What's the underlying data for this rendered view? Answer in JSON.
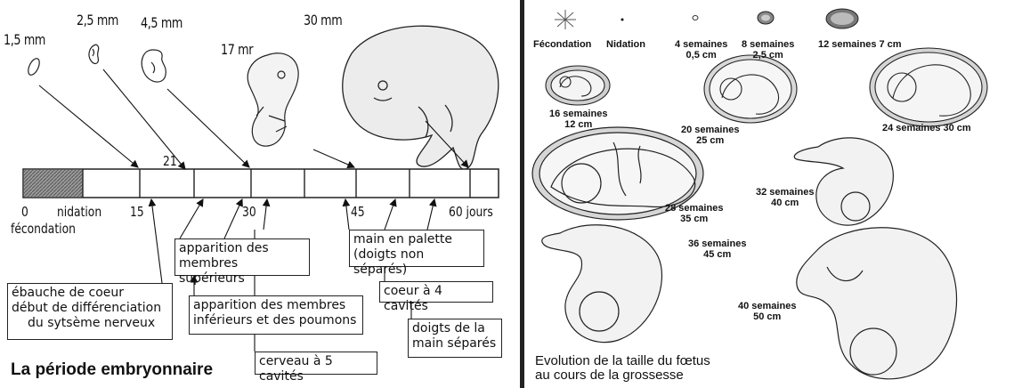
{
  "left": {
    "title": "La période embryonnaire",
    "sizes": [
      "1,5 mm",
      "2,5 mm",
      "4,5 mm",
      "17 mr",
      "30 mm"
    ],
    "axis": {
      "ticks_below": [
        "0",
        "nidation",
        "15",
        "30",
        "45",
        "60 jours"
      ],
      "fecondation": "fécondation",
      "tick_above": "21"
    },
    "boxes": {
      "membres_sup": [
        "apparition des",
        "membres supérieurs"
      ],
      "coeur": [
        "ébauche de coeur",
        "début de différenciation",
        "du sytsème nerveux"
      ],
      "membres_inf": [
        "apparition des membres",
        "inférieurs et des poumons"
      ],
      "cerveau": [
        "cerveau à 5 cavités"
      ],
      "main_palette": [
        "main en palette",
        "(doigts non séparés)"
      ],
      "coeur4": [
        "coeur à 4 cavités"
      ],
      "doigts": [
        "doigts de la",
        "main séparés"
      ]
    }
  },
  "right": {
    "top_labels": [
      "Fécondation",
      "Nidation",
      "4 semaines",
      "0,5 cm",
      "8 semaines",
      "2,5 cm",
      "12 semaines 7 cm"
    ],
    "stages": [
      {
        "weeks": "16 semaines",
        "size": "12 cm"
      },
      {
        "weeks": "20 semaines",
        "size": "25 cm"
      },
      {
        "weeks": "24 semaines 30 cm",
        "size": ""
      },
      {
        "weeks": "28 semaines",
        "size": "35 cm"
      },
      {
        "weeks": "32 semaines",
        "size": "40 cm"
      },
      {
        "weeks": "36 semaines",
        "size": "45 cm"
      },
      {
        "weeks": "40 semaines",
        "size": "50 cm"
      }
    ],
    "caption": [
      "Evolution de la taille du fœtus",
      "au cours de la grossesse"
    ]
  }
}
